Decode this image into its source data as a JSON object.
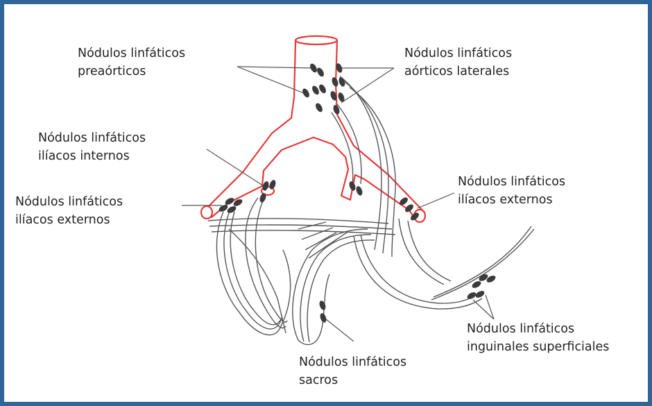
{
  "colors": {
    "frame": "#2f6598",
    "artery": "#e43a3a",
    "vessel": "#555555",
    "node": "#3b3b3b",
    "text": "#222222"
  },
  "labels": {
    "preaortic": {
      "line1": "Nódulos linfáticos",
      "line2": "preaórticos"
    },
    "lateral_aortic": {
      "line1": "Nódulos linfáticos",
      "line2": "aórticos laterales"
    },
    "internal_iliac": {
      "line1": "Nódulos linfáticos",
      "line2": "ilíacos internos"
    },
    "external_iliac_left": {
      "line1": "Nódulos linfáticos",
      "line2": "ilíacos externos"
    },
    "external_iliac_right": {
      "line1": "Nódulos linfáticos",
      "line2": "ilíacos externos"
    },
    "superficial_inguinal": {
      "line1": "Nódulos linfáticos",
      "line2": "inguinales superficiales"
    },
    "sacral": {
      "line1": "Nódulos linfáticos",
      "line2": "sacros"
    }
  }
}
